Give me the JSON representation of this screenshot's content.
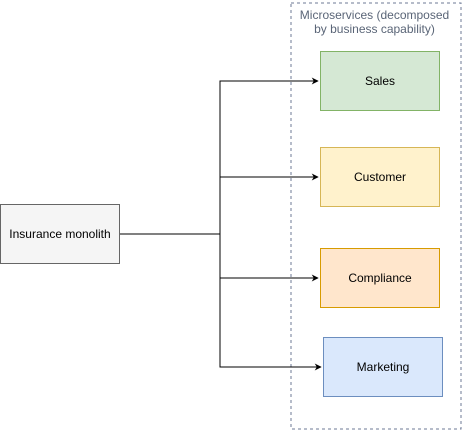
{
  "container": {
    "label_line1": "Microservices (decomposed",
    "label_line2": "by business capability)",
    "border_color": "#6c7a95"
  },
  "source": {
    "label": "Insurance monolith",
    "fill": "#f5f5f5",
    "stroke": "#666666"
  },
  "services": [
    {
      "label": "Sales",
      "fill": "#d5e8d4",
      "stroke": "#82b366"
    },
    {
      "label": "Customer",
      "fill": "#fff2cc",
      "stroke": "#d6b656"
    },
    {
      "label": "Compliance",
      "fill": "#ffe6cc",
      "stroke": "#d79b00"
    },
    {
      "label": "Marketing",
      "fill": "#dae8fc",
      "stroke": "#6c8ebf"
    }
  ],
  "connector_color": "#000000"
}
